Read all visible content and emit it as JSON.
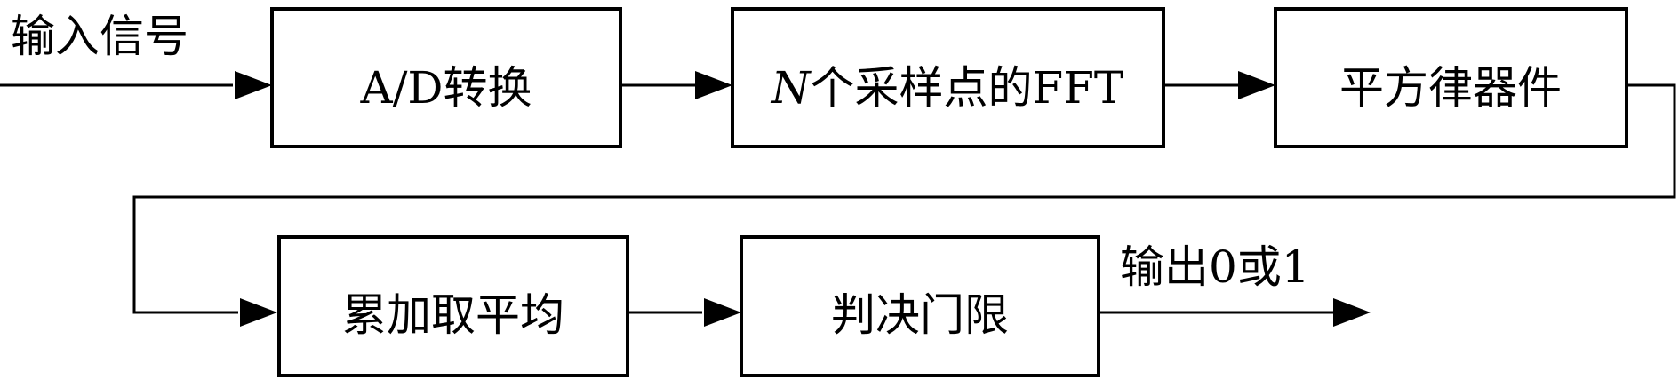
{
  "diagram": {
    "input_label": "输入信号",
    "output_label": "输出0或1",
    "blocks": {
      "ad": "A/D转换",
      "fft_var": "N",
      "fft_rest": "个采样点的FFT",
      "square": "平方律器件",
      "accum": "累加取平均",
      "decision": "判决门限"
    }
  }
}
